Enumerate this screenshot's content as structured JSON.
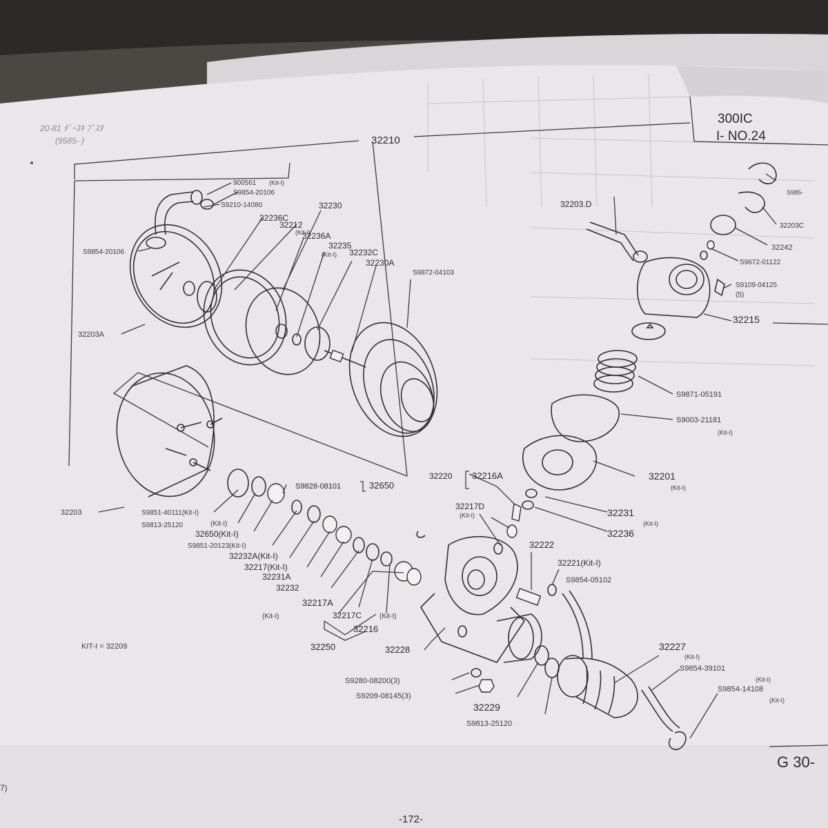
{
  "header": {
    "code_top_left": "20-81 ﾀﾞｰｽｷ ﾌﾞｽﾀ",
    "code_sub": "(9585- )",
    "model_code": "300IC",
    "model_no": "I- NO.24",
    "assembly_number": "32210"
  },
  "footer": {
    "page_number": "-172-",
    "section_ref": "G 30-",
    "edge_mark": "7)",
    "kit_note": "KIT-I = 32209"
  },
  "kit_tag": "(Kit-I)",
  "part_labels": [
    {
      "id": "900561",
      "text": "900561"
    },
    {
      "id": "kit1_a",
      "text": "(Kit-I)"
    },
    {
      "id": "s9854_20106_top",
      "text": "S9854-20106"
    },
    {
      "id": "s9210_14080",
      "text": "S9210-14080"
    },
    {
      "id": "p32236c",
      "text": "32236C"
    },
    {
      "id": "p32230",
      "text": "32230"
    },
    {
      "id": "p32212",
      "text": "32212"
    },
    {
      "id": "kit1_b",
      "text": "(Kit-I)"
    },
    {
      "id": "p32236a",
      "text": "32236A"
    },
    {
      "id": "p32235",
      "text": "32235"
    },
    {
      "id": "kit1_c",
      "text": "(Kit-I)"
    },
    {
      "id": "p32232c",
      "text": "32232C"
    },
    {
      "id": "p32230a",
      "text": "32230A"
    },
    {
      "id": "s9854_20106_left",
      "text": "S9854-20106"
    },
    {
      "id": "s9872_04103",
      "text": "S9872-04103"
    },
    {
      "id": "p32203a",
      "text": "32203A"
    },
    {
      "id": "p32203",
      "text": "32203"
    },
    {
      "id": "s9851_40111",
      "text": "S9851-40111(Kit-I)"
    },
    {
      "id": "kit1_d",
      "text": "(Kit-I)"
    },
    {
      "id": "s9813_25120_l",
      "text": "S9813-25120"
    },
    {
      "id": "s9828_08101",
      "text": "S9828-08101"
    },
    {
      "id": "p32650",
      "text": "32650"
    },
    {
      "id": "p32650kit",
      "text": "32650(Kit-I)"
    },
    {
      "id": "s9851_20123",
      "text": "S9851-20123(Kit-I)"
    },
    {
      "id": "p32232a",
      "text": "32232A(Kit-I)"
    },
    {
      "id": "p32217",
      "text": "32217(Kit-I)"
    },
    {
      "id": "p32231a",
      "text": "32231A"
    },
    {
      "id": "p32232",
      "text": "32232"
    },
    {
      "id": "p32217a",
      "text": "32217A"
    },
    {
      "id": "kit1_e",
      "text": "(Kit-I)"
    },
    {
      "id": "p32217c",
      "text": "32217C"
    },
    {
      "id": "kit1_f",
      "text": "(Kit-I)"
    },
    {
      "id": "p32216",
      "text": "32216"
    },
    {
      "id": "p32250",
      "text": "32250"
    },
    {
      "id": "p32228",
      "text": "32228"
    },
    {
      "id": "p32220",
      "text": "32220"
    },
    {
      "id": "p32216a",
      "text": "32216A"
    },
    {
      "id": "p32217d",
      "text": "32217D"
    },
    {
      "id": "kit1_g",
      "text": "(Kit-I)"
    },
    {
      "id": "p32222",
      "text": "32222"
    },
    {
      "id": "p32221",
      "text": "32221(Kit-I)"
    },
    {
      "id": "s9854_05102",
      "text": "S9854-05102"
    },
    {
      "id": "s9280_08200",
      "text": "S9280-08200(3)"
    },
    {
      "id": "s9209_08145",
      "text": "S9209-08145(3)"
    },
    {
      "id": "p32229",
      "text": "32229"
    },
    {
      "id": "s9813_25120_r",
      "text": "S9813-25120"
    },
    {
      "id": "p32227",
      "text": "32227"
    },
    {
      "id": "kit1_h",
      "text": "(Kit-I)"
    },
    {
      "id": "s9854_39101",
      "text": "S9854-39101"
    },
    {
      "id": "kit1_i",
      "text": "(Kit-I)"
    },
    {
      "id": "s9854_14108",
      "text": "S9854-14108"
    },
    {
      "id": "kit1_j",
      "text": "(Kit-I)"
    },
    {
      "id": "p32203d",
      "text": "32203.D"
    },
    {
      "id": "s9854_r",
      "text": "S985-"
    },
    {
      "id": "p32203c",
      "text": "32203C"
    },
    {
      "id": "p32242",
      "text": "32242"
    },
    {
      "id": "s9672_01122",
      "text": "S9672-01122"
    },
    {
      "id": "s9109_04125",
      "text": "S9109-04125"
    },
    {
      "id": "qty5",
      "text": "(5)"
    },
    {
      "id": "p32215",
      "text": "32215"
    },
    {
      "id": "s9871_05191",
      "text": "S9871-05191"
    },
    {
      "id": "s9003_21181",
      "text": "S9003-21181"
    },
    {
      "id": "kit1_k",
      "text": "(Kit-I)"
    },
    {
      "id": "p32201",
      "text": "32201"
    },
    {
      "id": "kit1_l",
      "text": "(Kit-I)"
    },
    {
      "id": "p32231",
      "text": "32231"
    },
    {
      "id": "kit1_m",
      "text": "(Kit-I)"
    },
    {
      "id": "p32236",
      "text": "32236"
    }
  ]
}
